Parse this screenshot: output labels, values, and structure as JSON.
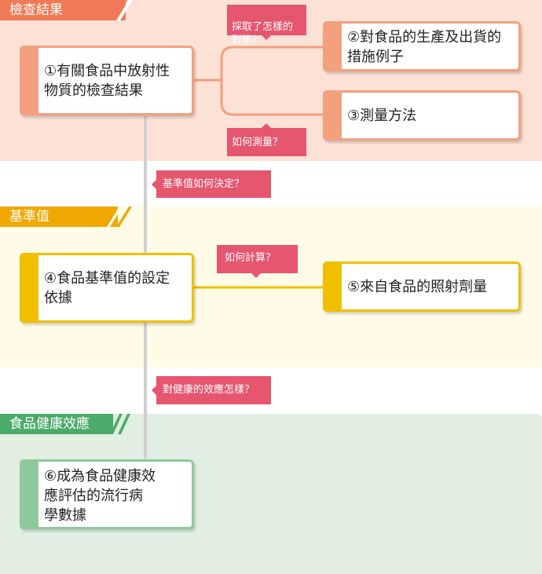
{
  "colors": {
    "section1": "#f07a55",
    "section2": "#f0a800",
    "section3": "#4caa6a",
    "question": "#e6566f",
    "orange_node": "#f2a07e",
    "yellow_node": "#f0c000",
    "green_node": "#8ec99b"
  },
  "sections": [
    {
      "title": "檢查結果"
    },
    {
      "title": "基準值"
    },
    {
      "title": "食品健康效應"
    }
  ],
  "nodes": [
    {
      "label": "①有關食品中放射性\n物質的檢查結果"
    },
    {
      "label": "②對食品的生產及出貨的\n措施例子"
    },
    {
      "label": "③測量方法"
    },
    {
      "label": "④食品基準值的設定\n依據"
    },
    {
      "label": "⑤來自食品的照射劑量"
    },
    {
      "label": "⑥成為食品健康效\n應評估的流行病\n學數據"
    }
  ],
  "questions": [
    {
      "text": "採取了怎樣的\n對策？"
    },
    {
      "text": "如何測量？"
    },
    {
      "text": "基準值如何決定？"
    },
    {
      "text": "如何計算？"
    },
    {
      "text": "對健康的效應怎樣？"
    }
  ]
}
